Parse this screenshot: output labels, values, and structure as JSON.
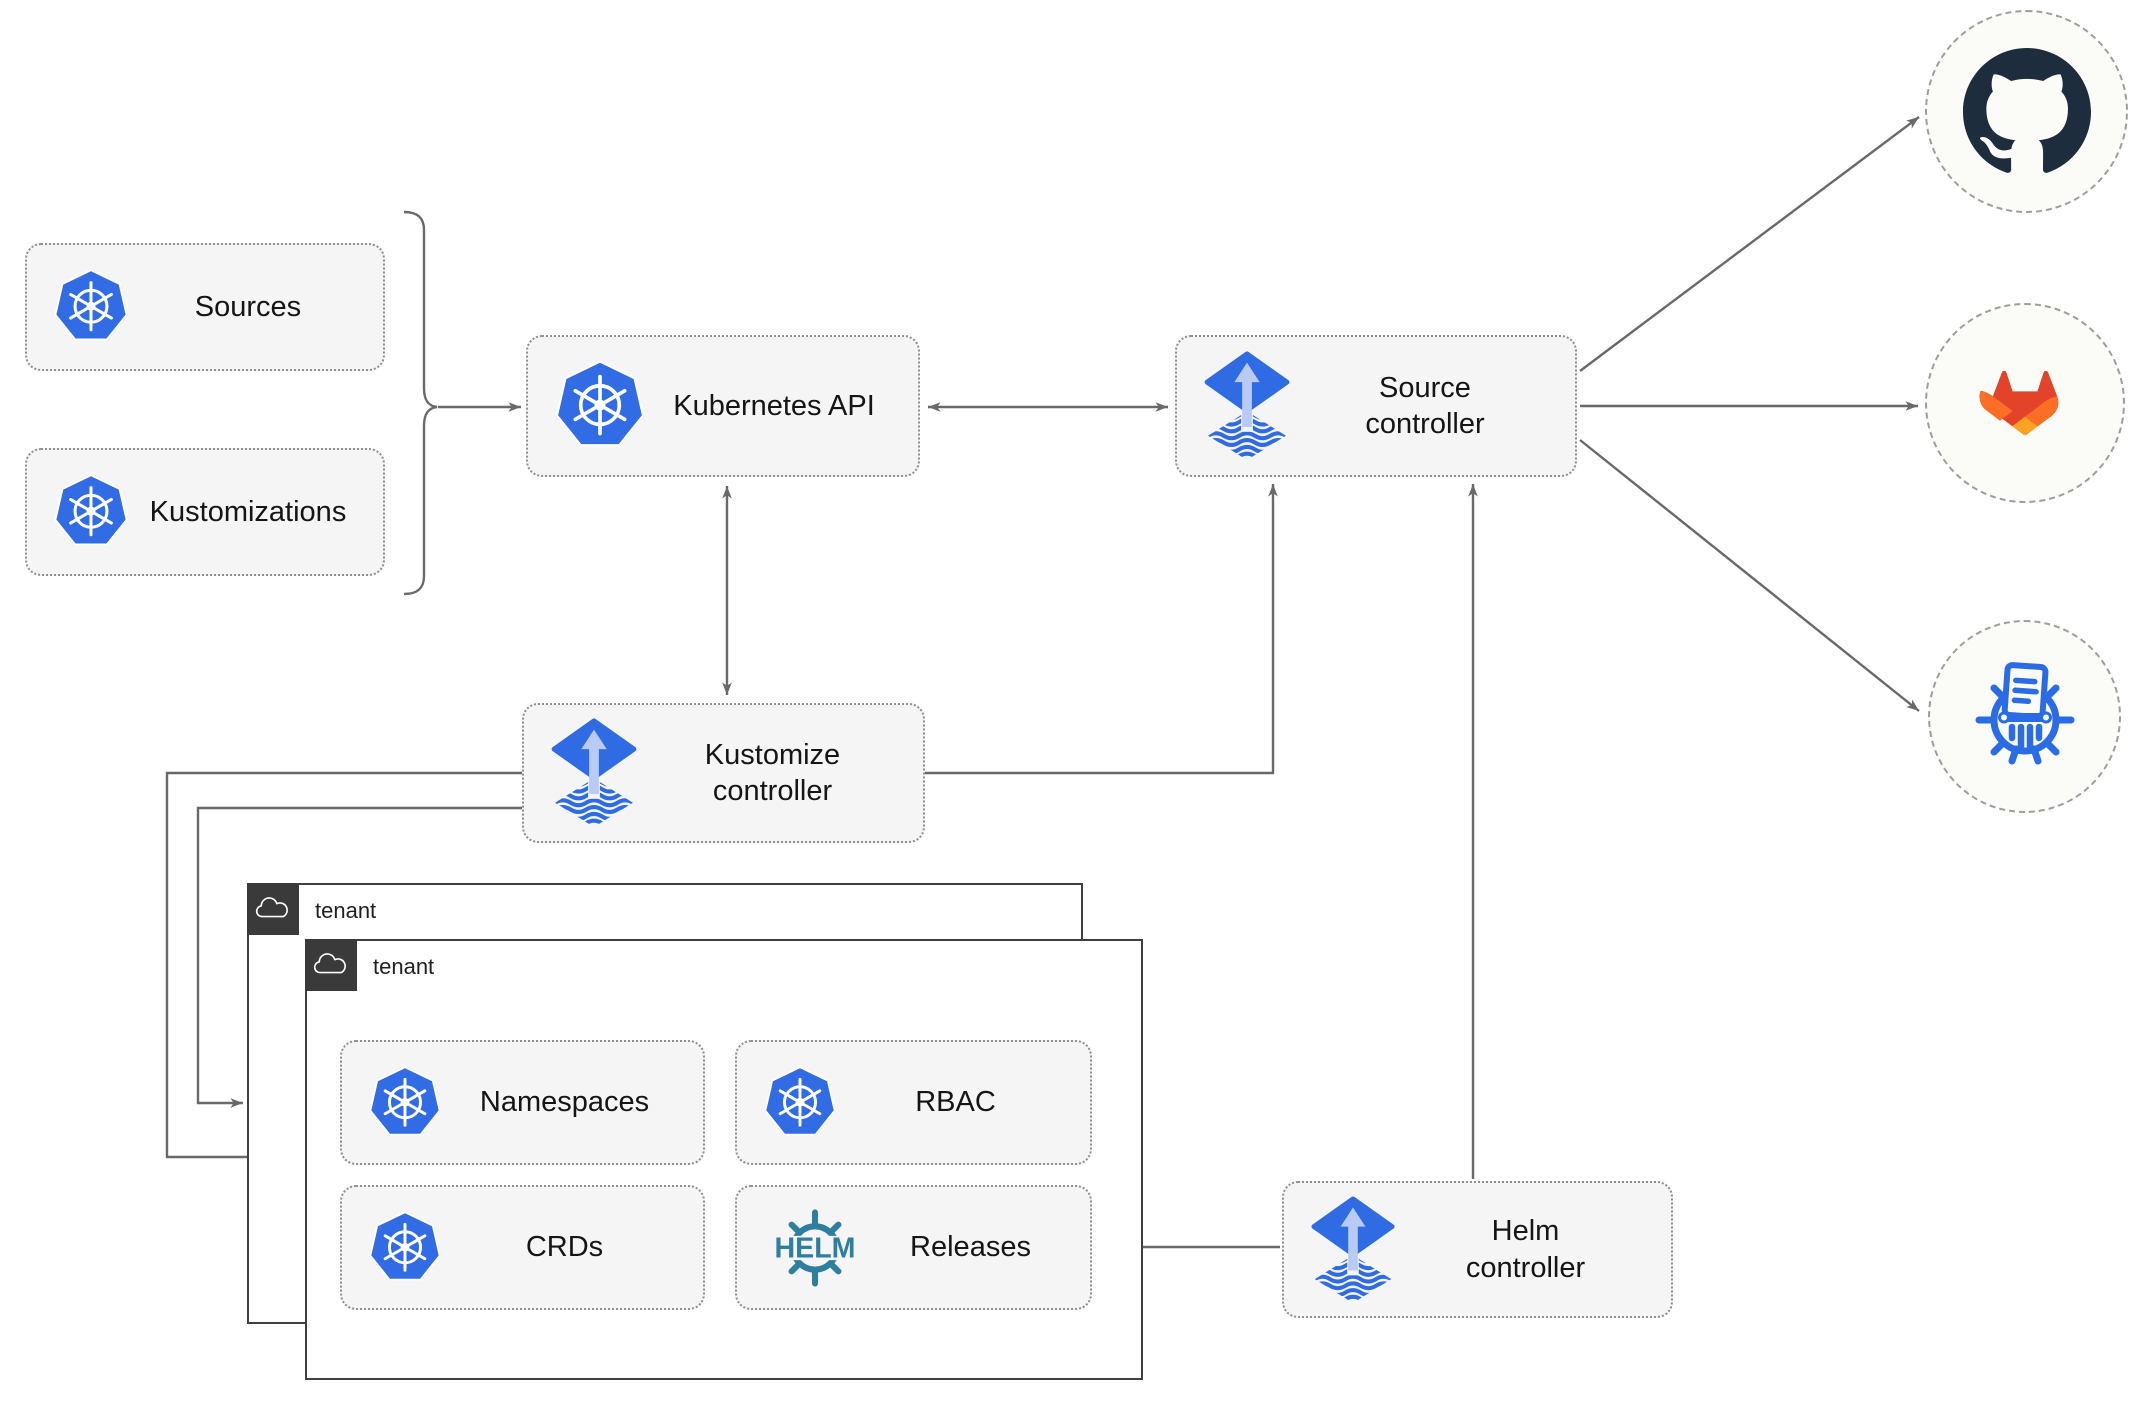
{
  "diagram": {
    "nodes": {
      "sources": {
        "label": "Sources",
        "icon": "kubernetes"
      },
      "kustomizations": {
        "label": "Kustomizations",
        "icon": "kubernetes"
      },
      "kubernetes_api": {
        "label": "Kubernetes API",
        "icon": "kubernetes"
      },
      "source_controller": {
        "label": "Source\ncontroller",
        "icon": "flux"
      },
      "kustomize_controller": {
        "label": "Kustomize\ncontroller",
        "icon": "flux"
      },
      "helm_controller": {
        "label": "Helm\ncontroller",
        "icon": "flux"
      },
      "tenant_outer": {
        "label": "tenant",
        "icon": "cloud"
      },
      "tenant_inner": {
        "label": "tenant",
        "icon": "cloud"
      },
      "namespaces": {
        "label": "Namespaces",
        "icon": "kubernetes"
      },
      "rbac": {
        "label": "RBAC",
        "icon": "kubernetes"
      },
      "crds": {
        "label": "CRDs",
        "icon": "kubernetes"
      },
      "releases": {
        "label": "Releases",
        "icon": "helm"
      },
      "github": {
        "icon": "github"
      },
      "gitlab": {
        "icon": "gitlab"
      },
      "chartmuseum": {
        "icon": "chartmuseum"
      }
    },
    "helm_logo_text": "HELM",
    "edges": [
      {
        "from": "sources+kustomizations",
        "to": "kubernetes_api",
        "style": "arrow"
      },
      {
        "from": "kubernetes_api",
        "to": "source_controller",
        "style": "double-arrow"
      },
      {
        "from": "kubernetes_api",
        "to": "kustomize_controller",
        "style": "double-arrow"
      },
      {
        "from": "kustomize_controller",
        "to": "source_controller",
        "style": "arrow"
      },
      {
        "from": "kustomize_controller",
        "to": "tenant_inner",
        "style": "arrow"
      },
      {
        "from": "kustomize_controller",
        "to": "tenant_outer",
        "style": "arrow"
      },
      {
        "from": "helm_controller",
        "to": "source_controller",
        "style": "arrow"
      },
      {
        "from": "helm_controller",
        "to": "releases",
        "style": "arrow"
      },
      {
        "from": "source_controller",
        "to": "github",
        "style": "arrow"
      },
      {
        "from": "source_controller",
        "to": "gitlab",
        "style": "arrow"
      },
      {
        "from": "source_controller",
        "to": "chartmuseum",
        "style": "arrow"
      }
    ],
    "colors": {
      "kubernetes_blue": "#326ce5",
      "flux_blue": "#2f6be2",
      "flux_arrow_light": "#b9cbf4",
      "helm_teal": "#2e7e9f",
      "github_dark": "#1d2d3d",
      "gitlab_red": "#e24329",
      "gitlab_orange": "#fc6d26",
      "gitlab_amber": "#fca326",
      "chartmuseum_blue": "#2a6ce5",
      "connector_gray": "#696969",
      "node_fill": "#f5f5f6",
      "node_border": "#8f8f8f",
      "tenant_border": "#3f3f3f"
    }
  }
}
